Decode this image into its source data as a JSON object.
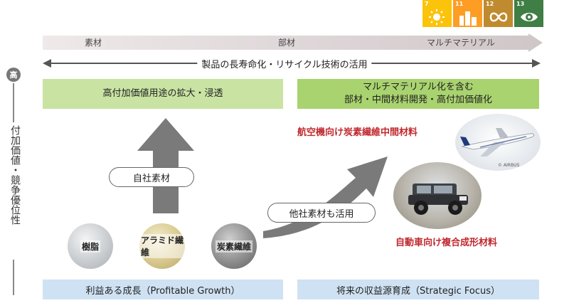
{
  "sdgs": [
    {
      "number": "7",
      "color": "#fcc30b",
      "icon": "sun-icon"
    },
    {
      "number": "11",
      "color": "#fd9d24",
      "icon": "city-icon"
    },
    {
      "number": "12",
      "color": "#bf8b2e",
      "icon": "infinity-icon"
    },
    {
      "number": "13",
      "color": "#3f7e44",
      "icon": "eye-globe-icon"
    }
  ],
  "stages": [
    "素材",
    "部材",
    "マルチマテリアル"
  ],
  "lifecycle_label": "製品の長寿命化・リサイクル技術の活用",
  "axis": {
    "high": "高",
    "label": "付加価値・競争優位性"
  },
  "top_left_box": "高付加価値用途の拡大・浸透",
  "top_right_box": {
    "line1": "マルチマテリアル化を含む",
    "line2": "部材・中間材料開発・高付加価値化"
  },
  "own_materials": "自社素材",
  "other_materials": "他社素材も活用",
  "materials": [
    "樹脂",
    "アラミド繊維",
    "炭素繊維"
  ],
  "aircraft_label": "航空機向け炭素繊維中間材料",
  "automotive_label": "自動車向け複合成形材料",
  "airbus_credit": "© AIRBUS",
  "profitable_growth": "利益ある成長（Profitable Growth）",
  "strategic_focus": "将来の収益源育成（Strategic Focus）",
  "colors": {
    "green_light": "#c9e3a3",
    "green_dark": "#a9d36f",
    "blue": "#cfe2f3",
    "red": "#c0282e",
    "arrow": "#7a7a7a"
  }
}
